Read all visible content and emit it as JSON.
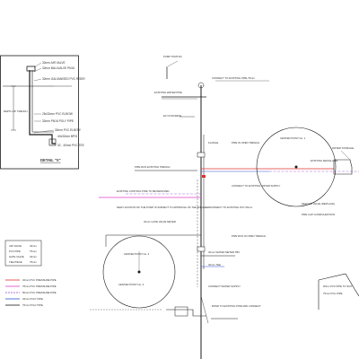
{
  "colors": {
    "line": "#1a1a1a",
    "pipe_pink": "#e040c8",
    "pipe_red": "#e03030",
    "pipe_blue": "#3050d0",
    "pipe_purple": "#9040d0",
    "background": "#ffffff"
  },
  "detail": {
    "title": "DETAIL \"X\"",
    "labels": [
      "32mm AIR VALVE",
      "32mm BALLVALVE PN16",
      "32mm GALVANISED PVC RISER",
      "25x32mm PVC ELBOW",
      "32mm PN16 POLY PIPE",
      "32mm PVC ELBOW",
      "40x32mm BP/S",
      "32 - 40mm PVC TEE"
    ],
    "depth_label": "DEPTH OF TRENCH"
  },
  "legend": {
    "rows": [
      "AIR VALVE",
      "PVC PIPE",
      "GATE VALVE",
      "TEE PIECE"
    ],
    "sizes": [
      "32mm",
      "75mm",
      "32mm",
      "75mm"
    ],
    "lines": [
      "32mm PVC PRESSURE PIPE",
      "75mm PVC PRESSURE PIPE",
      "50mm PVC PRESSURE PIPE",
      "32mm POLY PIPE",
      "75mm POLY PIPE"
    ]
  },
  "annotations": {
    "pump_station": "PUMP STATION",
    "top_note": "CONNECT TO EXISTING PIPE 75mm",
    "upper_left_1": "EXISTING WATER PIPE",
    "upper_left_2": "EX CONCRETE",
    "flange": "FLANGE",
    "pipe_in_trench": "PIPE IN OPEN TRENCH",
    "connect_existing": "CONNECT TO EXISTING WATER SUPPLY",
    "center_point": "CENTER POINT No. 1",
    "pipe_run_existing": "PIPE RUN EXISTING TRENCH",
    "existing_fence": "EXISTING FENCE LINE",
    "water_storage": "WATER STORAGE",
    "existing_pipe_pink": "EXISTING CONTROL PIPE TO BE REMOVED",
    "new_location": "NEW LOCATION OF THE PUMP IS SUBJECT TO APPROVAL OF THE ENGINEER",
    "connect_existing_2": "CONNECT TO EXISTING PVC 50mm",
    "gate_valve": "32mm GATE VALVE METER",
    "right_note": "NEW AIR VALVE (REPLACE)",
    "right_note_2": "PIPE CAP CONFIGURATION",
    "pipe_in_trench_2": "PIPE RUN IN OPEN TRENCH",
    "center_point_2": "CENTER POINT No. 2",
    "water_meter": "32mm WATER METER TBC",
    "tee": "32mm TEE",
    "circle_label": "CENTER POINT No. 2",
    "connect_water": "CONNECT WATER SUPPLY",
    "bottom_note": "BOND TO EXISTING PIPE AND CONNECT",
    "bottom_right": "ROLL PVC PIPE TO SUIT",
    "bottom_right_2": "75mm PVC PIPE"
  }
}
